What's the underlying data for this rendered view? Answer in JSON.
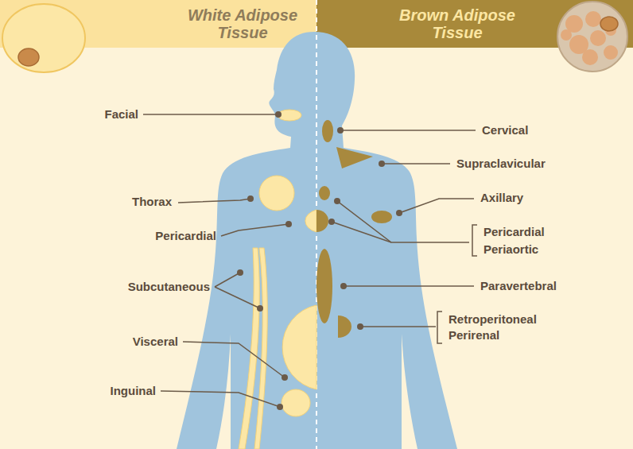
{
  "diagram": {
    "nodes": [
      {
        "text": [
          "White Adipose Tissue"
        ]
      },
      {
        "text": [
          "Brown Adipose Tissue"
        ]
      }
    ],
    "labels": [
      "Facial",
      "Thorax",
      "Pericardial",
      "Subcutaneous",
      "Visceral",
      "Inguinal",
      "Cervical",
      "Supraclavicular",
      "Axillary",
      "Pericardial",
      "Periaortic",
      "Paravertebral",
      "Retroperitoneal",
      "Perirenal"
    ]
  }
}
